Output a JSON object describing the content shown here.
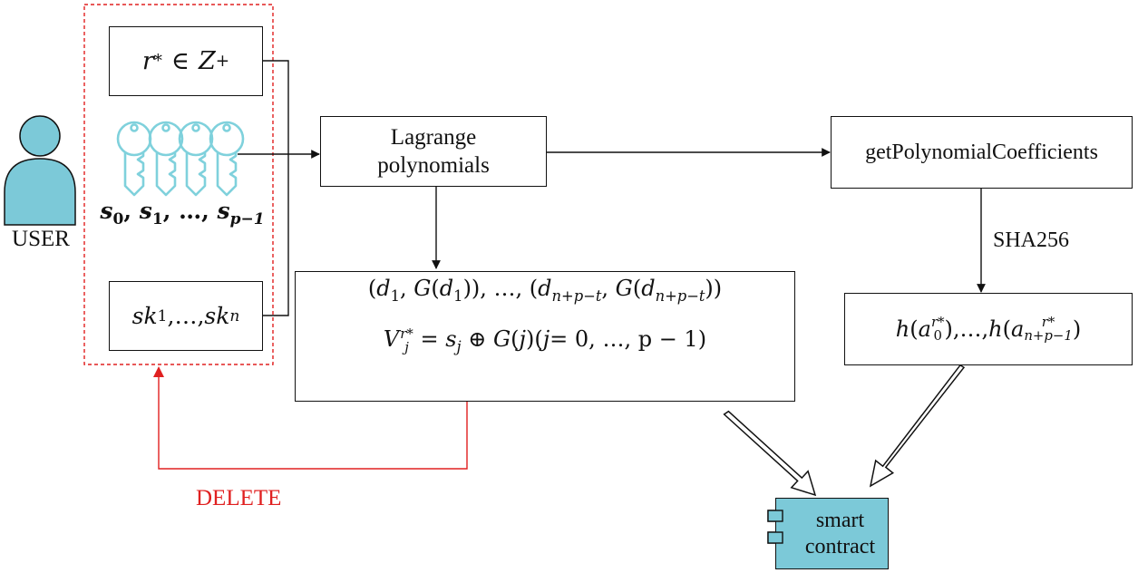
{
  "user": {
    "label": "USER"
  },
  "secret_box": {
    "var": "r",
    "star": "*",
    "rel": "∈",
    "set": "Z",
    "sup": "+"
  },
  "keys": {
    "icon": "key-icon",
    "count": 4
  },
  "shares": {
    "s": "s",
    "s0": "0",
    "s1": "1",
    "dots": "…",
    "slast": "p−1"
  },
  "sk_box": {
    "sk": "sk",
    "first": "1",
    "dots": "…",
    "last": "n"
  },
  "lagrange_box": {
    "line1": "Lagrange",
    "line2": "polynomials"
  },
  "coef_box": {
    "label": "getPolynomialCoefficients"
  },
  "hash_label": "SHA256",
  "points_box": {
    "d": "d",
    "G": "G",
    "first_idx": "1",
    "dots": "…",
    "last_idx": "n+p−t",
    "V": "V",
    "V_sub": "j",
    "V_sup": "r*",
    "s": "s",
    "s_sub": "j",
    "oplus": "⊕",
    "j": "j",
    "range": "= 0, …, p − 1"
  },
  "hashes_box": {
    "h": "h",
    "a": "a",
    "first_sub": "0",
    "last_sub": "n+p−1",
    "sup": "r*",
    "dots": "…"
  },
  "contract_box": {
    "line1": "smart",
    "line2": "contract",
    "icon": "component-icon"
  },
  "delete_label": "DELETE",
  "colors": {
    "stroke": "#111111",
    "user_fill": "#7cc9d8",
    "key_stroke": "#7fd1dc",
    "contract_fill": "#7cc9d8",
    "delete": "#e02020"
  }
}
